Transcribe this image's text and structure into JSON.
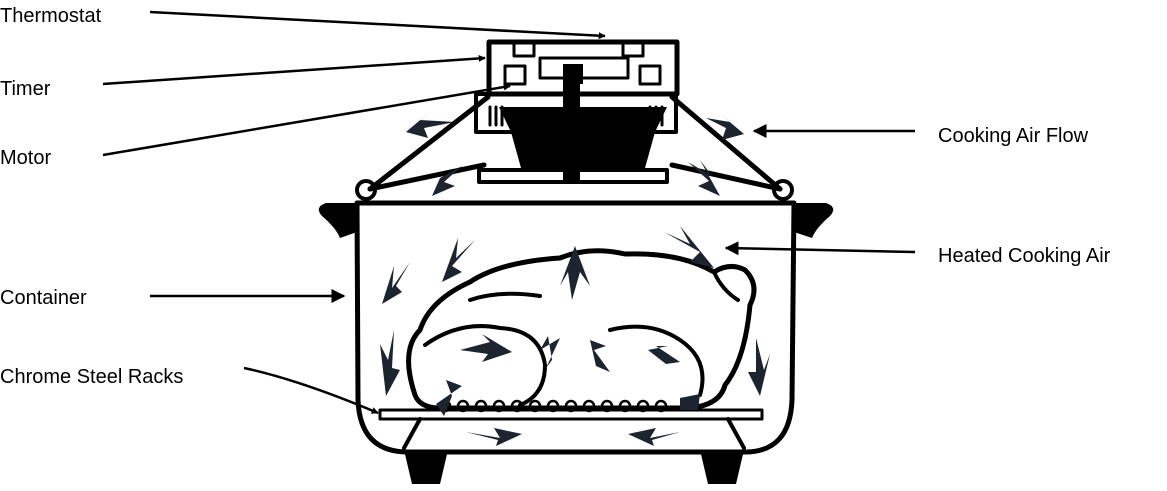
{
  "labels": {
    "thermostat": "Thermostat",
    "timer": "Timer",
    "motor": "Motor",
    "cooking_air_flow": "Cooking Air Flow",
    "heated_cooking_air": "Heated Cooking Air",
    "container": "Container",
    "chrome_steel_racks": "Chrome Steel Racks"
  },
  "colors": {
    "ink": "#000000",
    "air_flow_arrow": "#1c2430",
    "background": "#ffffff"
  }
}
